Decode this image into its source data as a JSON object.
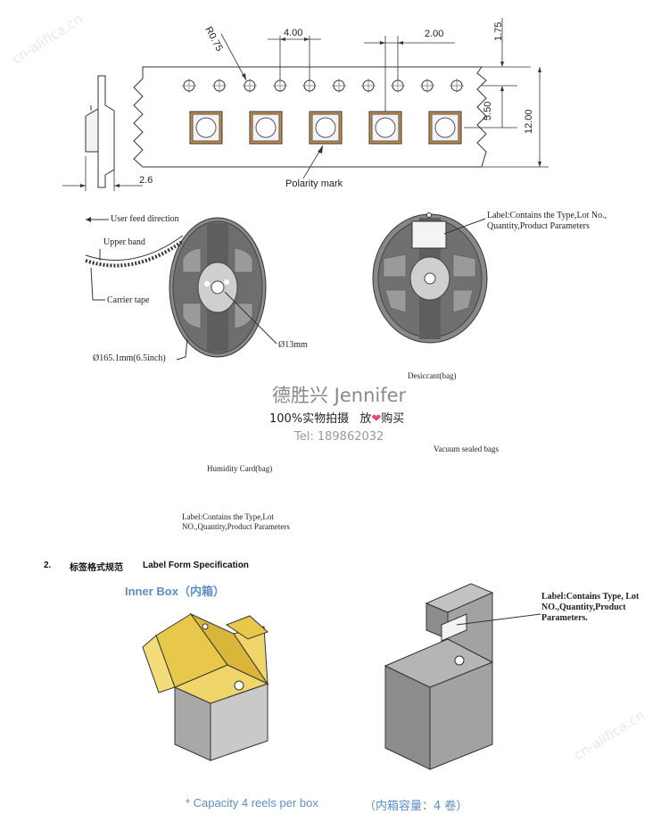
{
  "tape_drawing": {
    "dims": {
      "radius": "R0.75",
      "pitch_small": "4.00",
      "pitch_hole": "2.00",
      "hole_edge": "1.75",
      "center": "5.50",
      "width": "12.00",
      "thickness": "2.6"
    },
    "polarity_label": "Polarity mark"
  },
  "reel_drawing": {
    "feed_direction": "User feed direction",
    "upper_band": "Upper band",
    "carrier_tape": "Carrier tape",
    "diameter_outer": "Ø165.1mm(6.5inch)",
    "diameter_hub": "Ø13mm",
    "label_note": "Label:Contains  the Type,Lot No., Quantity,Product Parameters"
  },
  "packing_drawing": {
    "desiccant": "Desiccant(bag)",
    "vacuum": "Vacuum sealed bags",
    "humidity": "Humidity Card(bag)",
    "label_note": "Label:Contains the Type,Lot NO.,Quantity,Product Parameters"
  },
  "watermark": {
    "brand": "德胜兴 Jennifer",
    "slogan_left": "100%实物拍摄",
    "slogan_mid": "放",
    "slogan_right": "购买",
    "tel": "Tel: 189862032",
    "diag": "cn-alifica.cn"
  },
  "section2": {
    "number": "2.",
    "title_cn": "标签格式规范",
    "title_en": "Label Form Specification",
    "inner_box": "Inner Box（内箱）",
    "box_label_note": "Label:Contains Type, Lot NO.,Quantity,Product Parameters.",
    "capacity_en": "* Capacity 4 reels per box",
    "capacity_cn": "（内箱容量：4 卷）"
  },
  "colors": {
    "box_yellow": "#e8c84a",
    "box_gray": "#8f8f8f",
    "reel_gray": "#6e6e6e",
    "accent_blue": "#5b8fc9",
    "pad_brown": "#c98b4a"
  }
}
